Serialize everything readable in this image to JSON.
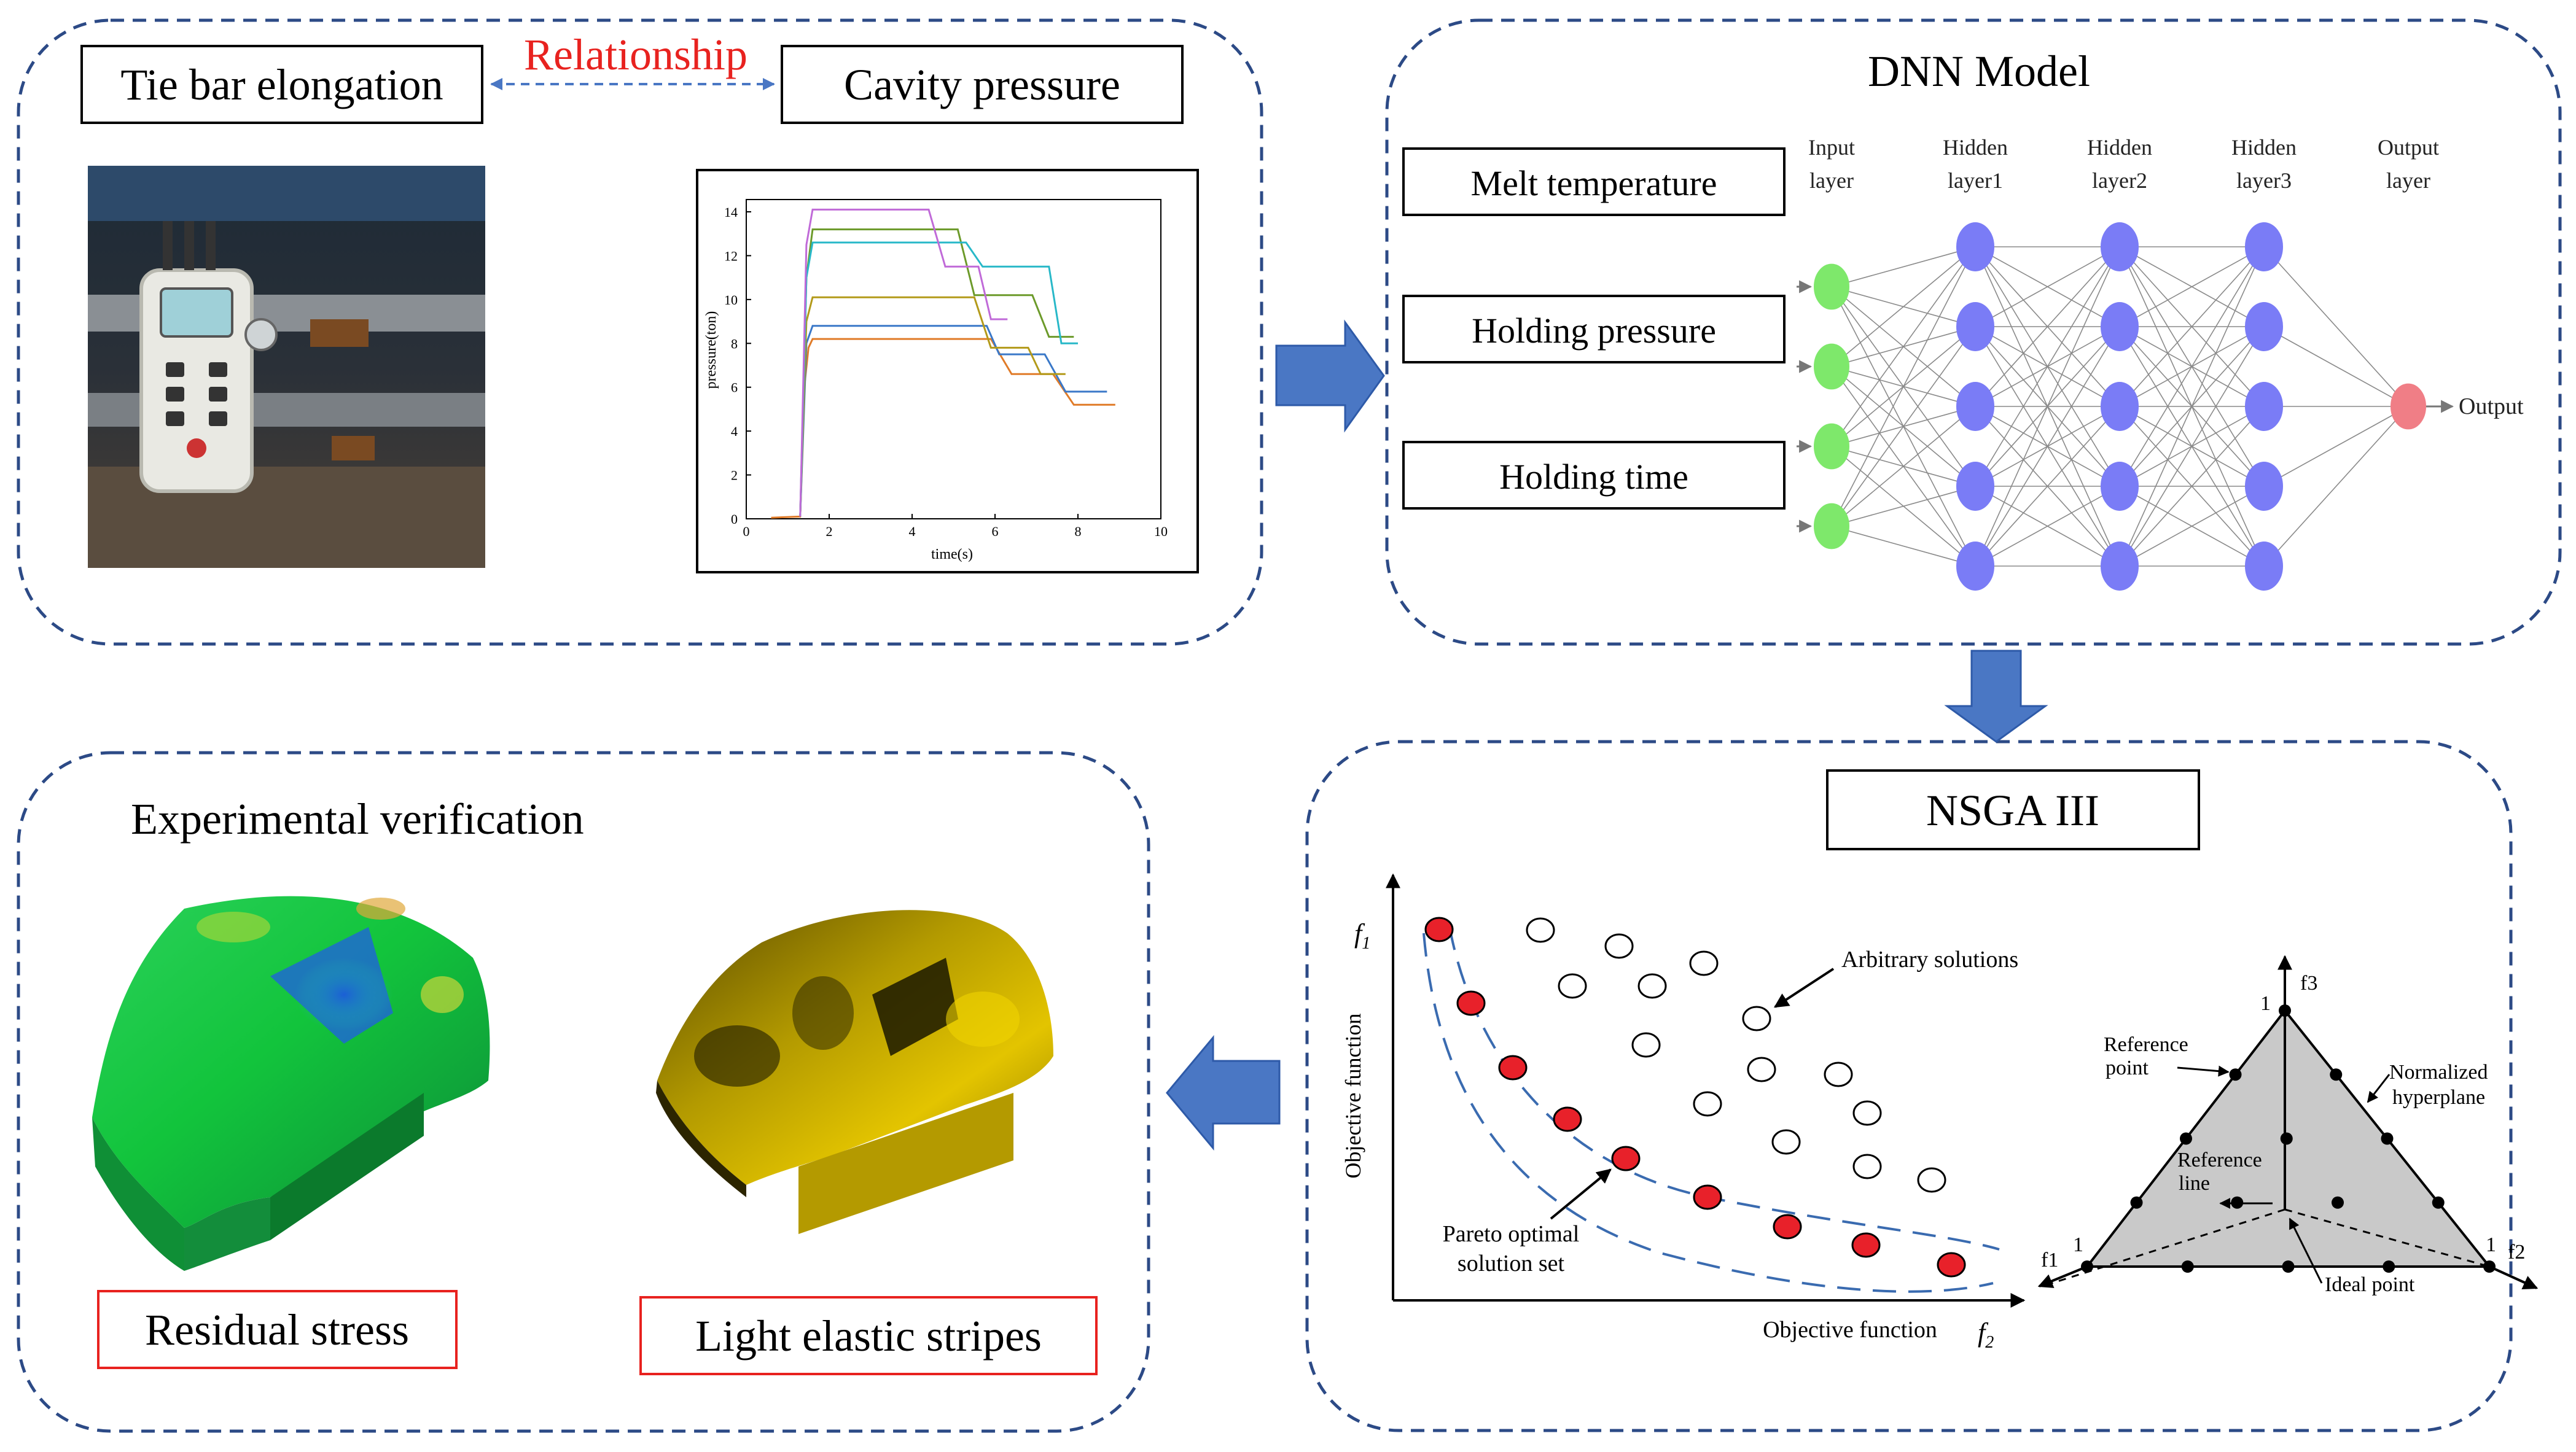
{
  "quadrant_top_left": {
    "box_left": "Tie bar elongation",
    "box_right": "Cavity pressure",
    "relationship": "Relationship",
    "relationship_color": "#e8221f",
    "chart": {
      "xlabel": "time(s)",
      "ylabel": "pressure(ton)",
      "x_ticks": [
        "0",
        "2",
        "4",
        "6",
        "8",
        "10"
      ],
      "y_ticks": [
        "0",
        "2",
        "4",
        "6",
        "8",
        "10",
        "12",
        "14"
      ]
    }
  },
  "quadrant_top_right": {
    "title": "DNN Model",
    "inputs": [
      "Melt temperature",
      "Holding pressure",
      "Holding time"
    ],
    "layers": [
      {
        "line1": "Input",
        "line2": "layer"
      },
      {
        "line1": "Hidden",
        "line2": "layer1"
      },
      {
        "line1": "Hidden",
        "line2": "layer2"
      },
      {
        "line1": "Hidden",
        "line2": "layer3"
      },
      {
        "line1": "Output",
        "line2": "layer"
      }
    ],
    "output_label": "Output",
    "colors": {
      "input": "#7ee86b",
      "hidden": "#7a7cf6",
      "output": "#f07e86"
    }
  },
  "quadrant_bottom_right": {
    "title": "NSGA III",
    "pareto": {
      "y_axis_symbol": "f",
      "y_axis_sub": "1",
      "x_axis_symbol": "f",
      "x_axis_sub": "2",
      "ylabel": "Objective function",
      "xlabel": "Objective function",
      "arbitrary_label": "Arbitrary solutions",
      "pareto_label_line1": "Pareto optimal",
      "pareto_label_line2": "solution set",
      "red": "#e8212a"
    },
    "hyperplane": {
      "f1": "f1",
      "f2": "f2",
      "f3": "f3",
      "one": "1",
      "reference_point_1": "Reference",
      "reference_point_2": "point",
      "normalized_1": "Normalized",
      "normalized_2": "hyperplane",
      "reference_line_1": "Reference",
      "reference_line_2": "line",
      "ideal_point": "Ideal point"
    }
  },
  "quadrant_bottom_left": {
    "title": "Experimental verification",
    "caption_left": "Residual stress",
    "caption_right": "Light elastic stripes",
    "caption_border_color": "#e8221f"
  },
  "colors": {
    "dashed_border": "#2c4a86",
    "arrow_fill": "#4a77c4",
    "arrow_stroke": "#2e5aa8"
  }
}
